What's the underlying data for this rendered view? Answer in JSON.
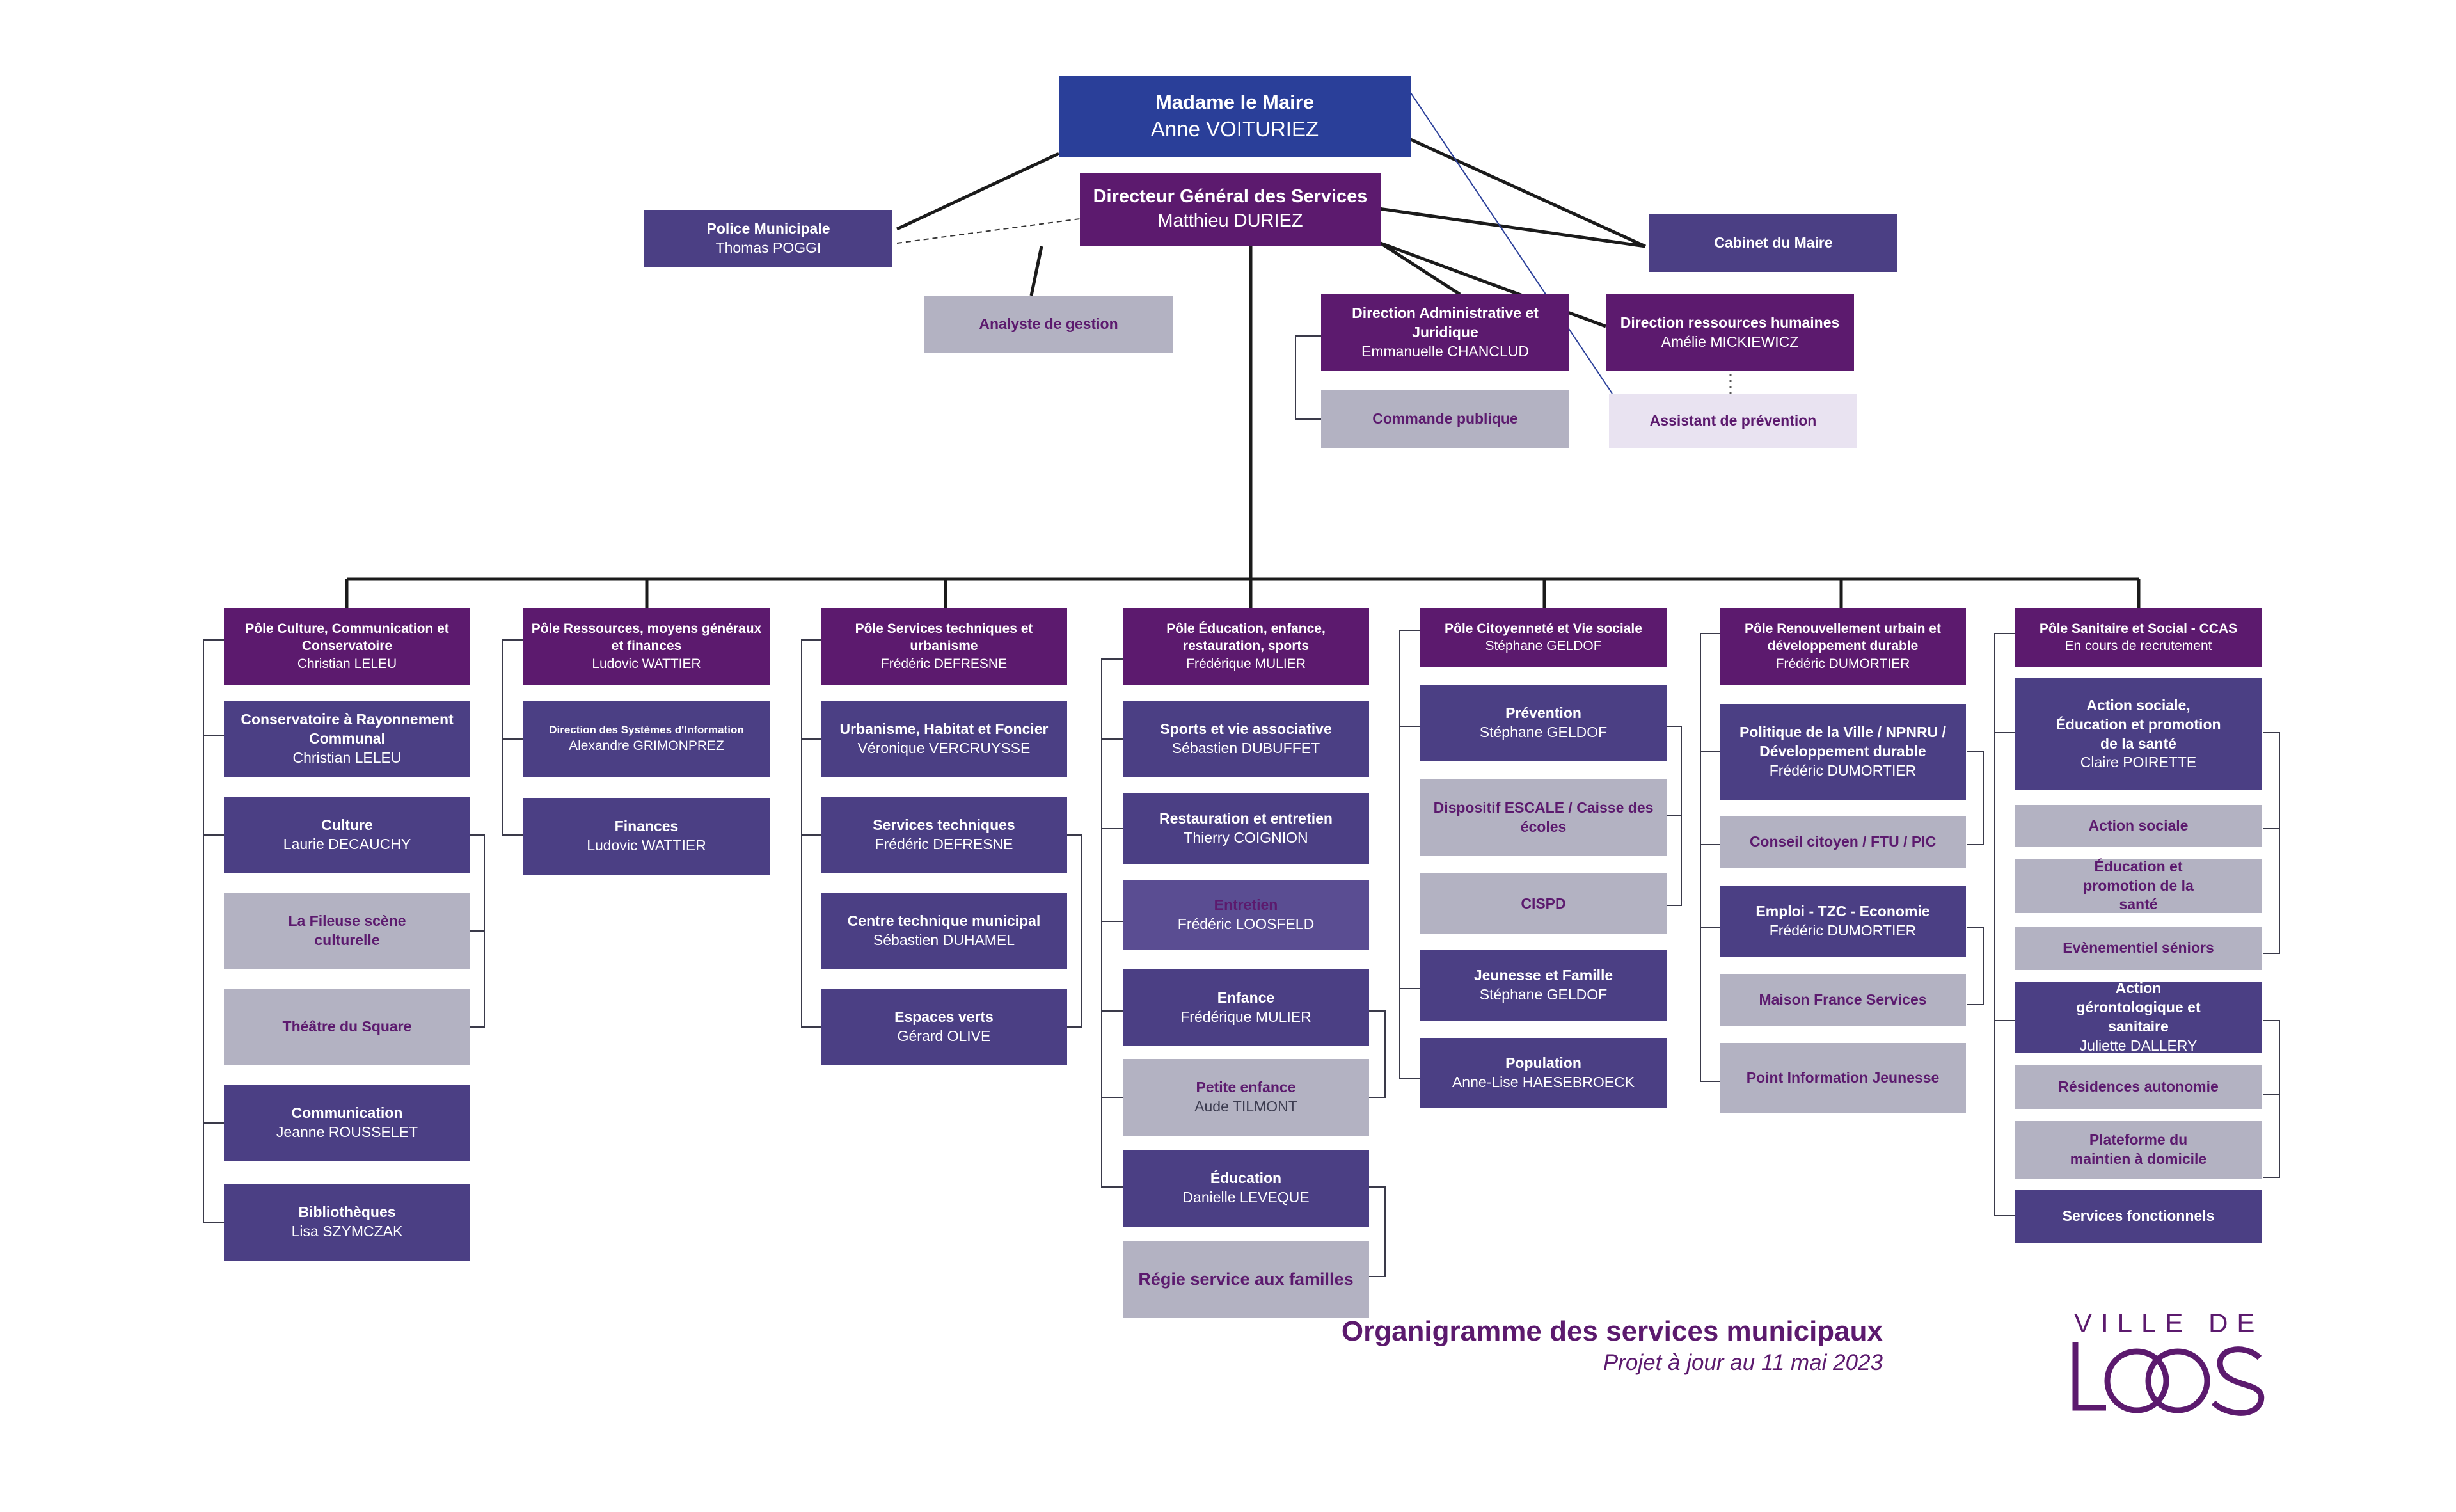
{
  "top": {
    "mayor": {
      "title": "Madame le Maire",
      "name": "Anne VOITURIEZ"
    },
    "dgs": {
      "title": "Directeur Général des Services",
      "name": "Matthieu DURIEZ"
    },
    "police": {
      "title": "Police Municipale",
      "name": "Thomas POGGI"
    },
    "cabinet": {
      "title": "Cabinet du Maire",
      "name": ""
    },
    "analyste": {
      "title": "Analyste de gestion",
      "name": ""
    },
    "dir_admin": {
      "title": "Direction Administrative et Juridique",
      "name": "Emmanuelle CHANCLUD"
    },
    "commande": {
      "title": "Commande publique",
      "name": ""
    },
    "drh": {
      "title": "Direction ressources humaines",
      "name": "Amélie MICKIEWICZ"
    },
    "assistant": {
      "title": "Assistant de prévention",
      "name": ""
    }
  },
  "poles": [
    {
      "title": "Pôle Culture, Communication et Conservatoire",
      "name": "Christian LELEU",
      "services": [
        {
          "title": "Conservatoire à Rayonnement Communal",
          "name": "Christian LELEU"
        },
        {
          "title": "Culture",
          "name": "Laurie DECAUCHY"
        },
        {
          "title": "La Fileuse scène culturelle",
          "name": ""
        },
        {
          "title": "Théâtre du Square",
          "name": ""
        },
        {
          "title": "Communication",
          "name": "Jeanne ROUSSELET"
        },
        {
          "title": "Bibliothèques",
          "name": "Lisa SZYMCZAK"
        }
      ]
    },
    {
      "title": "Pôle Ressources, moyens généraux et finances",
      "name": "Ludovic WATTIER",
      "services": [
        {
          "title": "Direction des Systèmes d'Information",
          "name": "Alexandre GRIMONPREZ"
        },
        {
          "title": "Finances",
          "name": "Ludovic WATTIER"
        }
      ]
    },
    {
      "title": "Pôle Services techniques et urbanisme",
      "name": "Frédéric DEFRESNE",
      "services": [
        {
          "title": "Urbanisme, Habitat et Foncier",
          "name": "Véronique VERCRUYSSE"
        },
        {
          "title": "Services techniques",
          "name": "Frédéric DEFRESNE"
        },
        {
          "title": "Centre technique municipal",
          "name": "Sébastien DUHAMEL"
        },
        {
          "title": "Espaces verts",
          "name": "Gérard OLIVE"
        }
      ]
    },
    {
      "title": "Pôle Éducation, enfance, restauration, sports",
      "name": "Frédérique MULIER",
      "services": [
        {
          "title": "Sports et vie associative",
          "name": "Sébastien DUBUFFET"
        },
        {
          "title": "Restauration et entretien",
          "name": "Thierry COIGNION"
        },
        {
          "title": "Entretien",
          "name": "Frédéric LOOSFELD"
        },
        {
          "title": "Enfance",
          "name": "Frédérique MULIER"
        },
        {
          "title": "Petite enfance",
          "name": "Aude TILMONT"
        },
        {
          "title": "Éducation",
          "name": "Danielle LEVEQUE"
        },
        {
          "title": "Régie service aux familles",
          "name": ""
        }
      ]
    },
    {
      "title": "Pôle Citoyenneté et Vie sociale",
      "name": "Stéphane GELDOF",
      "services": [
        {
          "title": "Prévention",
          "name": "Stéphane GELDOF"
        },
        {
          "title": "Dispositif ESCALE / Caisse des écoles",
          "name": ""
        },
        {
          "title": "CISPD",
          "name": ""
        },
        {
          "title": "Jeunesse et Famille",
          "name": "Stéphane GELDOF"
        },
        {
          "title": "Population",
          "name": "Anne-Lise HAESEBROECK"
        }
      ]
    },
    {
      "title": "Pôle Renouvellement urbain et développement durable",
      "name": "Frédéric DUMORTIER",
      "services": [
        {
          "title": "Politique de la Ville / NPNRU / Développement durable",
          "name": "Frédéric DUMORTIER"
        },
        {
          "title": "Conseil citoyen / FTU / PIC",
          "name": ""
        },
        {
          "title": "Emploi - TZC - Economie",
          "name": "Frédéric DUMORTIER"
        },
        {
          "title": "Maison France Services",
          "name": ""
        },
        {
          "title": "Point Information Jeunesse",
          "name": ""
        }
      ]
    },
    {
      "title": "Pôle Sanitaire et Social - CCAS",
      "name": "En cours de recrutement",
      "services": [
        {
          "title": "Action sociale, Éducation et promotion de la santé",
          "name": "Claire POIRETTE"
        },
        {
          "title": "Action sociale",
          "name": ""
        },
        {
          "title": "Éducation et promotion de la santé",
          "name": ""
        },
        {
          "title": "Evènementiel séniors",
          "name": ""
        },
        {
          "title": "Action gérontologique et sanitaire",
          "name": "Juliette DALLERY"
        },
        {
          "title": "Résidences autonomie",
          "name": ""
        },
        {
          "title": "Plateforme du maintien à domicile",
          "name": ""
        },
        {
          "title": "Services fonctionnels",
          "name": ""
        }
      ]
    }
  ],
  "footer": {
    "title": "Organigramme des services municipaux",
    "subtitle": "Projet à jour au 11 mai 2023",
    "logo_top": "VILLE DE",
    "logo_main": "LOOS"
  },
  "colors": {
    "mayor": "#2a3f99",
    "pole": "#5c1a6e",
    "service": "#4b3f84",
    "support": "#b3b2c2",
    "light": "#e9e3f1",
    "brand_text": "#5c1a6e"
  }
}
